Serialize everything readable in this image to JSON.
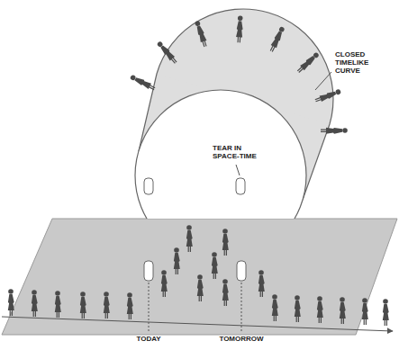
{
  "diagram": {
    "labels": [
      "CLOSED TIMELIKE CURVE",
      "TEAR IN SPACE-TIME",
      "TODAY",
      "TOMORROW"
    ]
  }
}
